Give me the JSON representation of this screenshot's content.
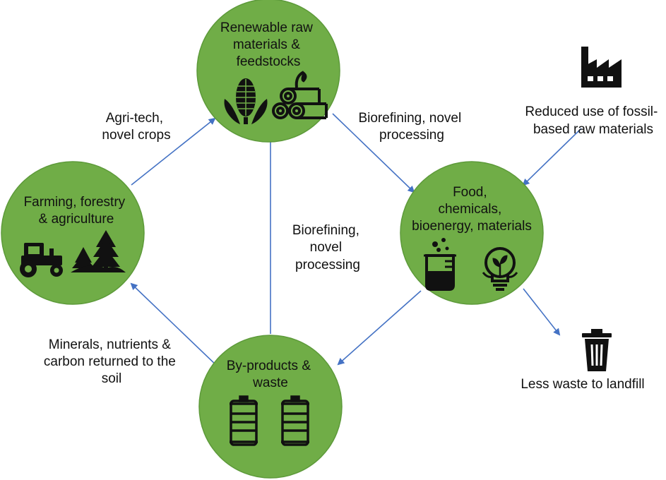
{
  "colors": {
    "circle_fill": "#70ad47",
    "circle_stroke": "#5d9a3a",
    "arrow": "#4472c4",
    "icon": "#111111"
  },
  "nodes": {
    "renewable": {
      "lines": [
        "Renewable raw",
        "materials &",
        "feedstocks"
      ],
      "icons": [
        "corn-icon",
        "logs-icon"
      ]
    },
    "products": {
      "lines": [
        "Food,",
        "chemicals,",
        "bioenergy, materials"
      ],
      "icons": [
        "beaker-icon",
        "lightbulb-icon"
      ]
    },
    "byproducts": {
      "lines": [
        "By-products &",
        "waste"
      ],
      "icons": [
        "barrel-icon",
        "barrel-icon"
      ]
    },
    "farming": {
      "lines": [
        "Farming, forestry",
        "& agriculture"
      ],
      "icons": [
        "tractor-icon",
        "trees-icon"
      ]
    }
  },
  "edges": {
    "agritech": [
      "Agri-tech,",
      "novel crops"
    ],
    "biorefining_top": [
      "Biorefining, novel",
      "processing"
    ],
    "biorefining_center": [
      "Biorefining,",
      "novel",
      "processing"
    ],
    "minerals": [
      "Minerals, nutrients &",
      "carbon returned to the",
      "soil"
    ]
  },
  "external": {
    "fossil": {
      "lines": [
        "Reduced use of fossil-",
        "based raw materials"
      ],
      "icon": "factory-icon"
    },
    "landfill": {
      "lines": [
        "Less waste to landfill"
      ],
      "icon": "trash-bin-icon"
    }
  }
}
